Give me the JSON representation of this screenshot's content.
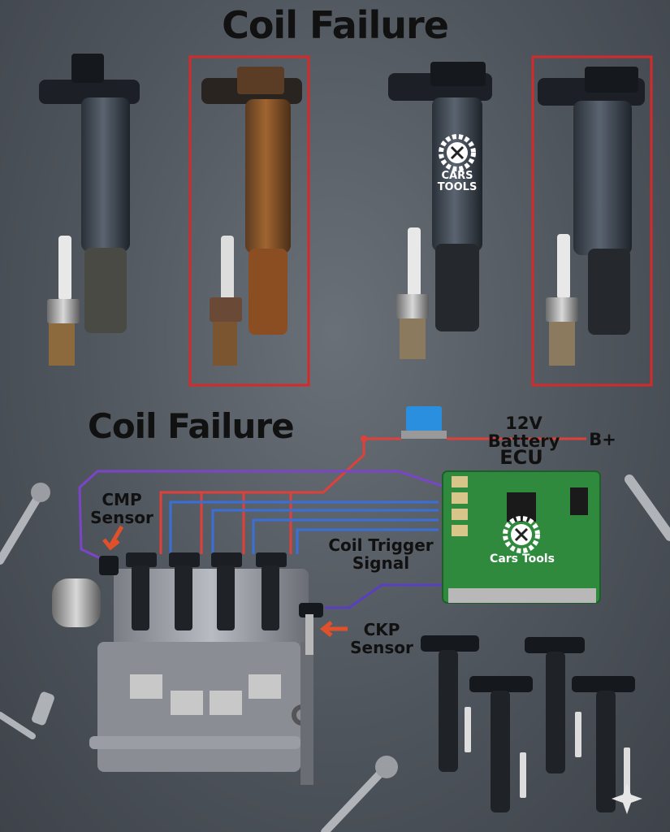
{
  "titles": {
    "top": "Coil Failure",
    "middle": "Coil Failure"
  },
  "labels": {
    "battery": "12V Battery",
    "bplus": "B+",
    "ecu": "ECU",
    "cmp_line1": "CMP",
    "cmp_line2": "Sensor",
    "coil_trigger_line1": "Coil Trigger",
    "coil_trigger_line2": "Signal",
    "ckp_line1": "CKP",
    "ckp_line2": "Sensor"
  },
  "logos": {
    "coil_logo_line1": "CARS",
    "coil_logo_line2": "TOOLS",
    "ecu_logo": "Cars Tools"
  },
  "colors": {
    "highlight_box": "#d42a2a",
    "power_wire": "#e0403a",
    "trigger_wire": "#3a6fd8",
    "sensor_wire": "#7a45c8",
    "ecu_board": "#2f8a3e"
  }
}
